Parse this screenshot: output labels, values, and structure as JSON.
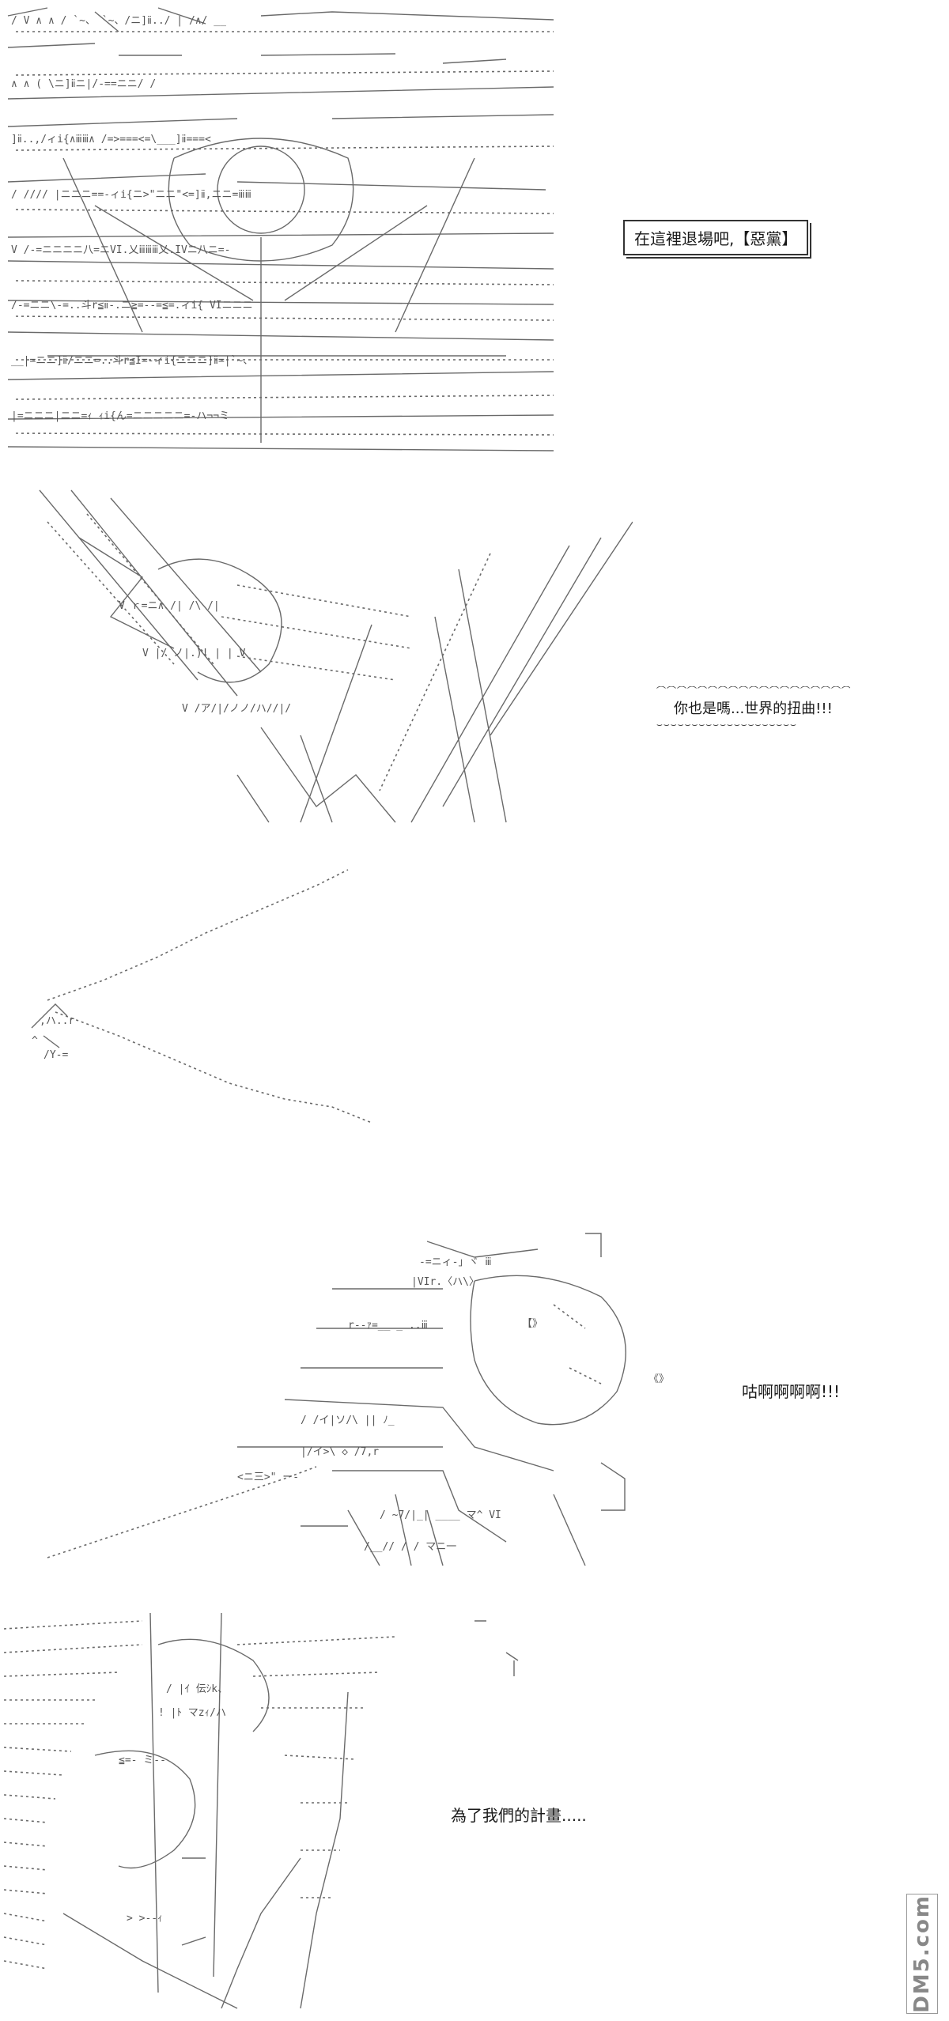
{
  "panels": [
    {
      "caption": "在這裡退場吧,【惡黨】"
    },
    {
      "caption": "你也是嗎...世界的扭曲!!!"
    },
    {
      "caption": ""
    },
    {
      "caption": "咕啊啊啊啊!!!",
      "art_text": "【》",
      "art_text2": "《》"
    },
    {
      "caption": "為了我們的計畫....."
    }
  ],
  "watermark": "DM5.com"
}
